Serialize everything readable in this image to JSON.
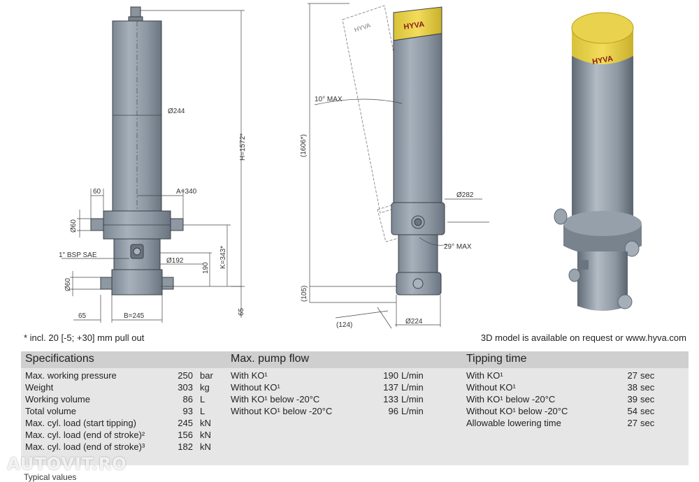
{
  "drawing1": {
    "dim_diameter_top": "Ø244",
    "dim_height": "H=1572*",
    "dim_60_top": "60",
    "dim_a": "A=340",
    "dim_pin_top": "Ø60",
    "dim_bsp": "1\" BSP SAE",
    "dim_diameter_lower": "Ø192",
    "dim_190": "190",
    "dim_k": "K=343*",
    "dim_pin_bottom": "Ø60",
    "dim_65_bottom": "65",
    "dim_b": "B=245",
    "dim_65_right": "65"
  },
  "drawing2": {
    "dim_tilt": "10° MAX",
    "dim_1606": "(1606*)",
    "dim_diameter": "Ø282",
    "dim_angle": "29° MAX",
    "dim_105": "(105)",
    "dim_124": "(124)",
    "dim_224": "Ø224",
    "logo_text": "HYVA"
  },
  "model3d": {
    "logo_text": "HYVA"
  },
  "notes": {
    "left": "* incl. 20 [-5; +30] mm pull out",
    "right": "3D model is available on request or www.hyva.com"
  },
  "specifications": {
    "title": "Specifications",
    "rows": [
      {
        "label": "Max. working pressure",
        "value": "250",
        "unit": "bar"
      },
      {
        "label": "Weight",
        "value": "303",
        "unit": "kg"
      },
      {
        "label": "Working volume",
        "value": "86",
        "unit": "L"
      },
      {
        "label": "Total volume",
        "value": "93",
        "unit": "L"
      },
      {
        "label": "Max. cyl. load (start tipping)",
        "value": "245",
        "unit": "kN"
      },
      {
        "label": "Max. cyl. load (end of stroke)²",
        "value": "156",
        "unit": "kN"
      },
      {
        "label": "Max. cyl. load (end of stroke)³",
        "value": "182",
        "unit": "kN"
      }
    ]
  },
  "pump_flow": {
    "title": "Max. pump flow",
    "rows": [
      {
        "label": "With KO¹",
        "value": "190",
        "unit": "L/min"
      },
      {
        "label": "Without KO¹",
        "value": "137",
        "unit": "L/min"
      },
      {
        "label": "With KO¹ below -20°C",
        "value": "133",
        "unit": "L/min"
      },
      {
        "label": "Without KO¹ below -20°C",
        "value": "96",
        "unit": "L/min"
      }
    ]
  },
  "tipping_time": {
    "title": "Tipping time",
    "rows": [
      {
        "label": "With KO¹",
        "value": "27",
        "unit": "sec"
      },
      {
        "label": "Without KO¹",
        "value": "38",
        "unit": "sec"
      },
      {
        "label": "With KO¹ below -20°C",
        "value": "39",
        "unit": "sec"
      },
      {
        "label": "Without KO¹ below -20°C",
        "value": "54",
        "unit": "sec"
      },
      {
        "label": "Allowable lowering time",
        "value": "27",
        "unit": "sec"
      }
    ]
  },
  "watermark": "AUTOVIT.RO",
  "bottom_cut_text": "Typical values"
}
